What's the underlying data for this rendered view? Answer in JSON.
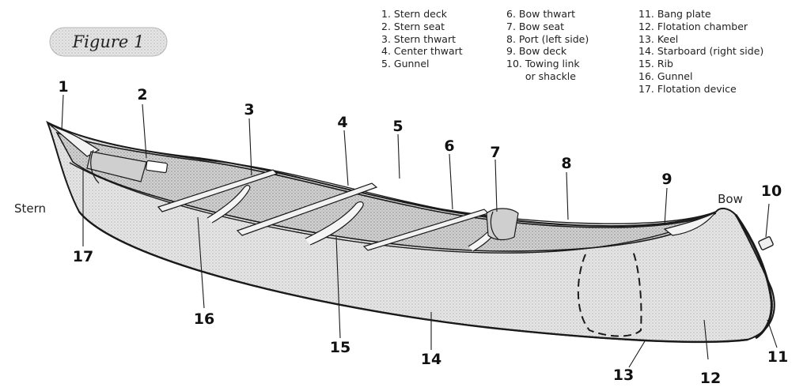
{
  "figure": {
    "title": "Figure 1"
  },
  "legend": {
    "columns": [
      [
        "1. Stern deck",
        "2. Stern seat",
        "3. Stern thwart",
        "4. Center thwart",
        "5. Gunnel"
      ],
      [
        "6. Bow thwart",
        "7. Bow seat",
        "8. Port (left side)",
        "9. Bow deck",
        "10. Towing link",
        "      or shackle"
      ],
      [
        "11. Bang plate",
        "12. Flotation chamber",
        "13. Keel",
        "14. Starboard (right side)",
        "15. Rib",
        "16. Gunnel",
        "17. Flotation device"
      ]
    ]
  },
  "labels": {
    "stern": "Stern",
    "bow": "Bow"
  },
  "callouts": [
    "1",
    "2",
    "3",
    "4",
    "5",
    "6",
    "7",
    "8",
    "9",
    "10",
    "11",
    "12",
    "13",
    "14",
    "15",
    "16",
    "17"
  ],
  "colors": {
    "hull_fill": "#dcdcdc",
    "outline": "#1a1a1a",
    "background": "#ffffff"
  }
}
